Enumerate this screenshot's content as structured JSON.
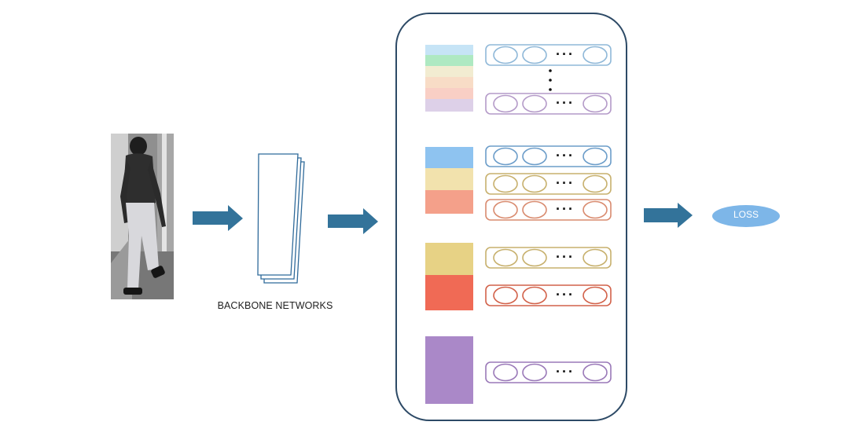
{
  "backbone": {
    "label": "BACKBONE NETWORKS"
  },
  "loss": {
    "label": "LOSS",
    "color": "#7db6e8"
  },
  "stripe_groups": [
    {
      "name": "six-part",
      "stripe_colors": [
        "#c6e4f6",
        "#aee9c2",
        "#f2ecd1",
        "#f8dcc6",
        "#f9cfc5",
        "#ddd0e8"
      ],
      "rows": [
        {
          "color": "#8fb8d8",
          "dots": "···"
        },
        {
          "color": "#b49ac8",
          "dots": "···"
        }
      ],
      "vertical_ellipsis": "⋮"
    },
    {
      "name": "three-part",
      "stripe_colors": [
        "#8ec3f0",
        "#f2e2ad",
        "#f4a08a"
      ],
      "rows": [
        {
          "color": "#6c9dc9",
          "dots": "···"
        },
        {
          "color": "#c7b06d",
          "dots": "···"
        },
        {
          "color": "#d98b6f",
          "dots": "···"
        }
      ]
    },
    {
      "name": "two-part",
      "stripe_colors": [
        "#e7d285",
        "#f06a55"
      ],
      "rows": [
        {
          "color": "#c7b06d",
          "dots": "···"
        },
        {
          "color": "#d2624a",
          "dots": "···"
        }
      ]
    },
    {
      "name": "global",
      "stripe_colors": [
        "#aa88c8"
      ],
      "rows": [
        {
          "color": "#9a79b8",
          "dots": "···"
        }
      ]
    }
  ],
  "colors": {
    "arrow": "#33739a",
    "container_border": "#2d4a66",
    "backbone_stroke": "#2f6a9a"
  }
}
